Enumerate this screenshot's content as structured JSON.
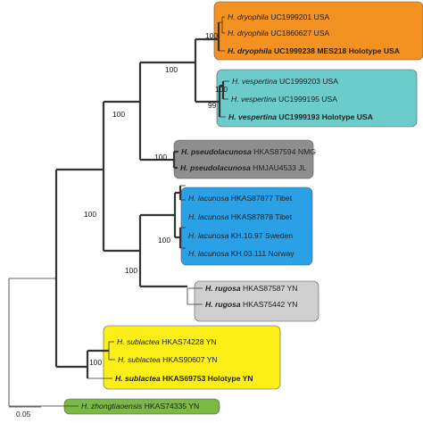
{
  "figure": {
    "clades": [
      {
        "key": "dryophila",
        "color": "#f39220",
        "taxa": [
          {
            "genus": "H.",
            "epithet": "dryophila",
            "voucher": "UC1999201 USA",
            "bold": false
          },
          {
            "genus": "H.",
            "epithet": "dryophila",
            "voucher": "UC1860627 USA",
            "bold": false
          },
          {
            "genus": "H.",
            "epithet": "dryophila",
            "voucher": "UC1999238 MES218 Holotype USA",
            "bold": true
          }
        ]
      },
      {
        "key": "vespertina",
        "color": "#6ccbcb",
        "taxa": [
          {
            "genus": "H.",
            "epithet": "vespertina",
            "voucher": "UC1999203 USA",
            "bold": false
          },
          {
            "genus": "H.",
            "epithet": "vespertina",
            "voucher": "UC1999195 USA",
            "bold": false
          },
          {
            "genus": "H.",
            "epithet": "vespertina",
            "voucher": "UC1999193 Holotype USA",
            "bold": true
          }
        ]
      },
      {
        "key": "pseudolacunosa",
        "color": "#8e8e8e",
        "taxa": [
          {
            "genus": "H.",
            "epithet": "pseudolacunosa",
            "voucher": "HKAS87594 NMG",
            "bold": "epithet"
          },
          {
            "genus": "H.",
            "epithet": "pseudolacunosa",
            "voucher": "HMJAU4533 JL",
            "bold": "epithet"
          }
        ]
      },
      {
        "key": "lacunosa",
        "color": "#2aa0e6",
        "taxa": [
          {
            "genus": "H.",
            "epithet": "lacunosa",
            "voucher": "HKAS87877 Tibet",
            "bold": false
          },
          {
            "genus": "H.",
            "epithet": "lacunosa",
            "voucher": "HKAS87878 Tibet",
            "bold": false
          },
          {
            "genus": "H.",
            "epithet": "lacunosa",
            "voucher": "KH.10.97 Sweden",
            "bold": false
          },
          {
            "genus": "H.",
            "epithet": "lacunosa",
            "voucher": "KH.03.111 Norway",
            "bold": false
          }
        ]
      },
      {
        "key": "rugosa",
        "color": "#cfcfcf",
        "taxa": [
          {
            "genus": "H.",
            "epithet": "rugosa",
            "voucher": "HKAS87587 YN",
            "bold": "epithet"
          },
          {
            "genus": "H.",
            "epithet": "rugosa",
            "voucher": "HKAS75442 YN",
            "bold": "epithet"
          }
        ]
      },
      {
        "key": "sublactea",
        "color": "#fbef17",
        "taxa": [
          {
            "genus": "H.",
            "epithet": "sublactea",
            "voucher": "HKAS74228 YN",
            "bold": false
          },
          {
            "genus": "H.",
            "epithet": "sublactea",
            "voucher": "HKAS90607 YN",
            "bold": false
          },
          {
            "genus": "H.",
            "epithet": "sublactea",
            "voucher": "HKAS69753 Holotype YN",
            "bold": true
          }
        ]
      },
      {
        "key": "zhongtiaoensis",
        "color": "#7ab942",
        "taxa": [
          {
            "genus": "H.",
            "epithet": "zhongtiaoensis",
            "voucher": "HKAS74335 YN",
            "bold": false
          }
        ]
      }
    ],
    "support_values": {
      "dryophila_vespertina": "100",
      "dryophila": "100",
      "vespertina": "100",
      "vespertina_inner": "99",
      "pseudolacunosa": "100",
      "upper_group": "100",
      "lacunosa_group": "100",
      "lacunosa_rugosa": "100",
      "main_ingroup": "100",
      "sublactea": "100"
    },
    "scale_bar": {
      "label": "0.05"
    }
  }
}
